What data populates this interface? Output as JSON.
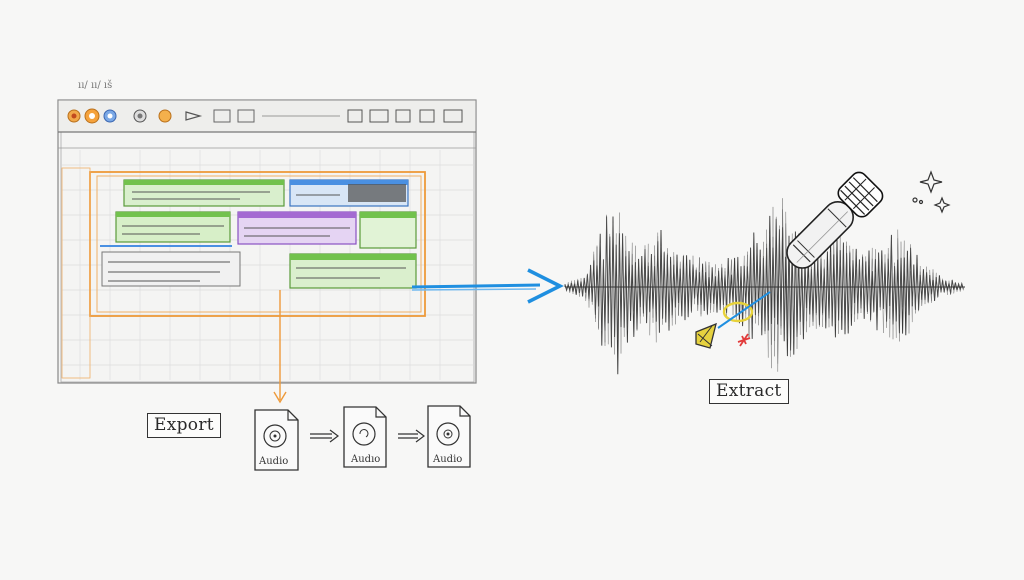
{
  "header": {
    "scribble_text": "ıı/ ıı/ ıš"
  },
  "export": {
    "label": "Export"
  },
  "extract": {
    "label": "Extract"
  },
  "files": [
    {
      "label": "Audio"
    },
    {
      "label": "Audıo"
    },
    {
      "label": "Audio"
    }
  ],
  "colors": {
    "orange": "#ee9a3a",
    "blue": "#1f8fe0",
    "green": "#72c24d",
    "purple": "#a46ad2",
    "yellow": "#e7d23a",
    "red": "#e23b3b",
    "ink": "#2e2e2e"
  },
  "icons": [
    "record-icon",
    "play-icon",
    "stop-icon",
    "settings-icon",
    "file-audio-icon",
    "microphone-icon",
    "sparkle-icon",
    "arrow-right-icon"
  ]
}
